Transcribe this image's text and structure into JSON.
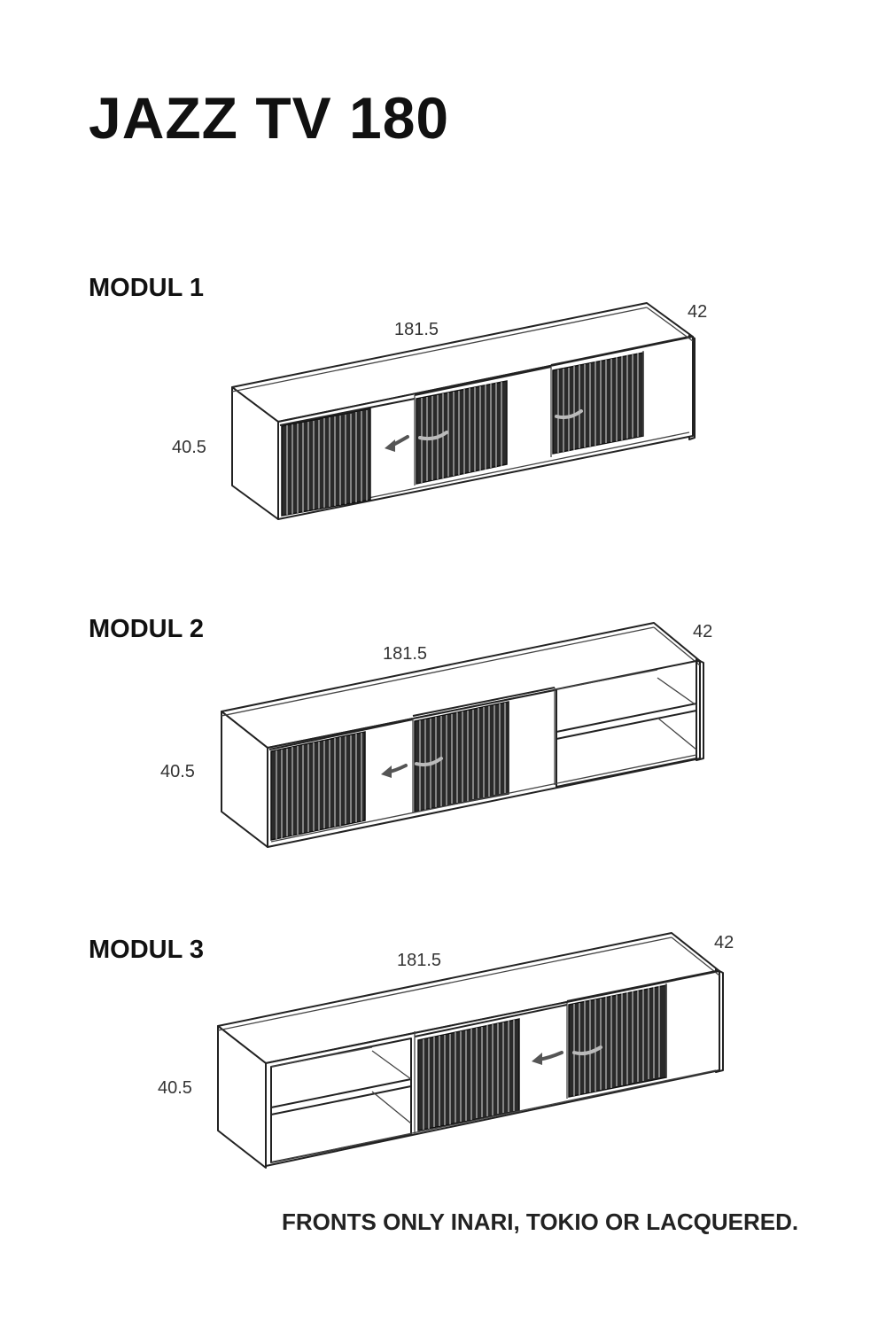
{
  "title": "JAZZ TV 180",
  "modules": [
    {
      "label": "MODUL 1",
      "width": "181.5",
      "depth": "42",
      "height": "40.5"
    },
    {
      "label": "MODUL 2",
      "width": "181.5",
      "depth": "42",
      "height": "40.5"
    },
    {
      "label": "MODUL 3",
      "width": "181.5",
      "depth": "42",
      "height": "40.5"
    }
  ],
  "note": "FRONTS ONLY INARI, TOKIO OR LACQUERED."
}
